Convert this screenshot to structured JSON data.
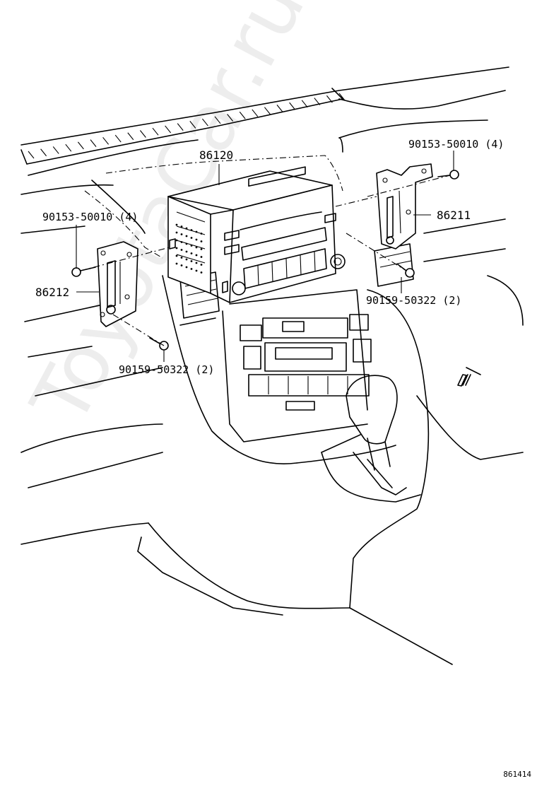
{
  "diagram": {
    "parts": {
      "radio_assembly": "86120",
      "bracket_right": "86211",
      "bracket_left": "86212"
    },
    "fasteners": {
      "bolt_upper_right": "90153-50010 (4)",
      "bolt_upper_left": "90153-50010 (4)",
      "screw_right": "90159-50322 (2)",
      "screw_left": "90159-50322 (2)"
    },
    "document_number": "861414",
    "watermark": "ToyotaCar.ru"
  }
}
